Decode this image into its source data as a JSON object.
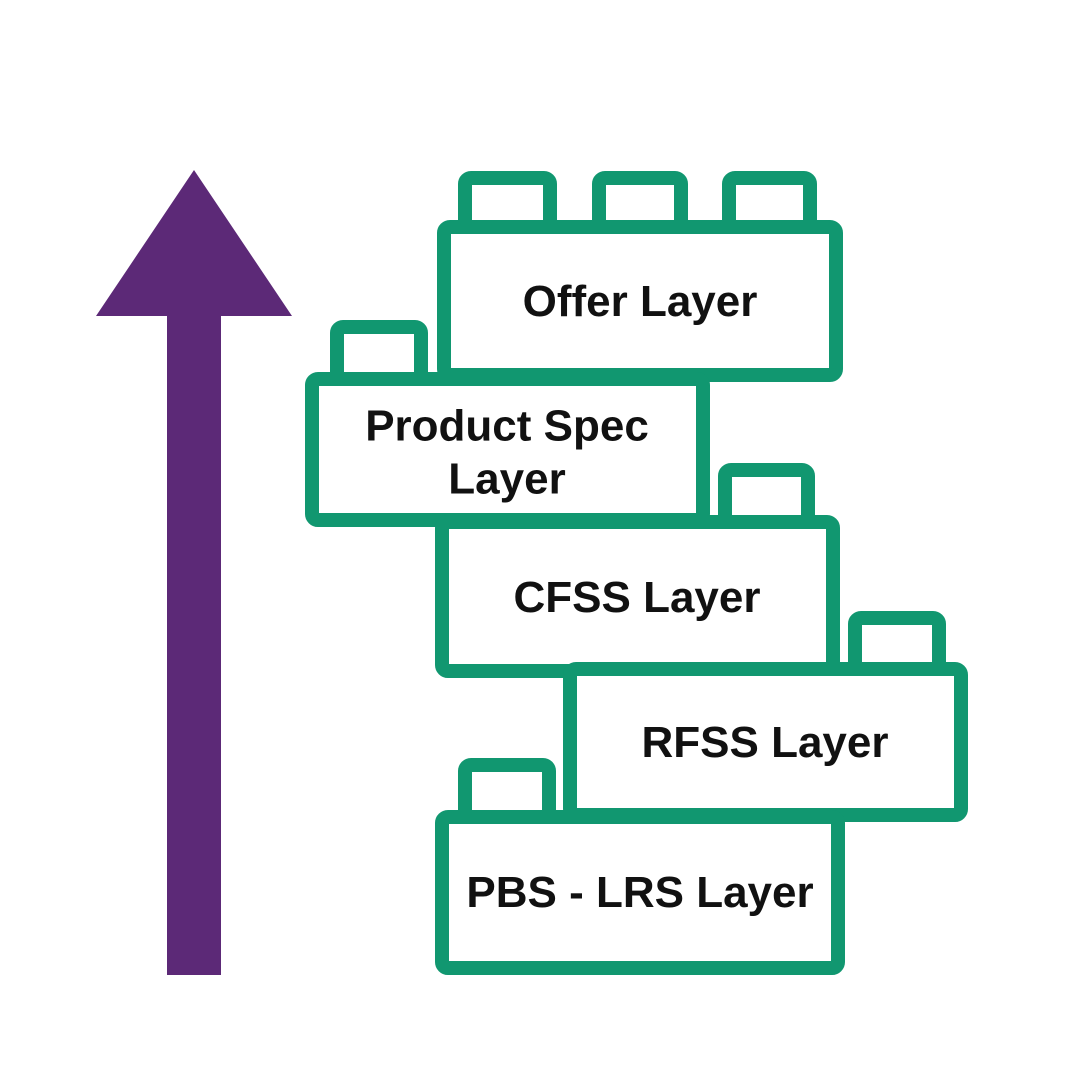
{
  "colors": {
    "brick_outline": "#119770",
    "brick_fill": "#ffffff",
    "arrow": "#5C2977",
    "label_text": "#111111",
    "background": "#ffffff"
  },
  "arrow": {
    "icon": "up-arrow",
    "direction": "up"
  },
  "bricks": [
    {
      "id": "offer-layer",
      "label": "Offer Layer",
      "label_lines": [
        "Offer Layer"
      ],
      "studs": 3
    },
    {
      "id": "product-spec-layer",
      "label": "Product Spec Layer",
      "label_lines": [
        "Product Spec",
        "Layer"
      ],
      "studs": 1
    },
    {
      "id": "cfss-layer",
      "label": "CFSS Layer",
      "label_lines": [
        "CFSS Layer"
      ],
      "studs": 1
    },
    {
      "id": "rfss-layer",
      "label": "RFSS Layer",
      "label_lines": [
        "RFSS Layer"
      ],
      "studs": 1
    },
    {
      "id": "pbs-lrs-layer",
      "label": "PBS - LRS Layer",
      "label_lines": [
        "PBS - LRS Layer"
      ],
      "studs": 1
    }
  ]
}
